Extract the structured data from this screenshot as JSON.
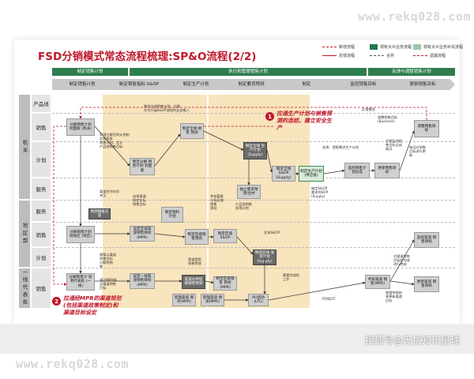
{
  "watermark": {
    "top": "www.rekq028.com",
    "bottom": "www.rekq028.com",
    "sohu": "搜狐号@无忧知识星球"
  },
  "title": "FSD分销模式常态流程梳理:SP&O流程(2/2)",
  "legend": {
    "new_flow": "新增流程",
    "feedback": "反馈流程",
    "existing_flow": "现有大众业务流程",
    "fix_flow": "现有大众业务补充流程",
    "merge": "合并",
    "note": "遗漏流程"
  },
  "phases": [
    "制定销售计划",
    "执行和管理销售计划",
    "反馈与调整销售计划"
  ],
  "steps": [
    "制定销售计划",
    "制定销售指标\nS&OP",
    "制定生产计划",
    "制定要货预测",
    "制定",
    "监控销售目标",
    "更新销售目标"
  ],
  "lane_groups": [
    "机关",
    "地区部",
    "一线代表处"
  ],
  "lanes": [
    "产品线",
    "销售",
    "计划",
    "服务",
    "服务",
    "销售",
    "计划",
    "销售"
  ],
  "boxes": {
    "b1": "分解销售计划\n到国家\n(机关)",
    "b2": "制定分解\n销售计划\n到国家",
    "b3": "制定全球\n销售\n预测",
    "b4": "制定全球\n生产计划\n(Supply)",
    "b5": "制定全球\nS&OP\n(Supply)",
    "b6": "制定生产计划\n(供应链)",
    "b7": "监控销售计\n划达成",
    "b8": "更新销售目\n标",
    "b9": "调整销售目\n标",
    "b10": "制定物料\n计划",
    "b11": "预测储备方\n案",
    "b12": "独立需求预\n测/合并",
    "b13": "分解销售计划\n到地区\n(地区)",
    "b14": "设定区域渠\n道销售目标\n(MPR)",
    "b15": "制定区域销\n售预测",
    "b16": "制定区域\nS&OP",
    "b17": "制定区域\n发货计划\n(Supply)",
    "b18": "分解销售计\n划到代表处\n(一线)",
    "b19": "设定一线渠\n道销售目标\n(MPR)",
    "b20": "渠道伙伴提\n报销售预测",
    "b21": "管理渠道\n库存(MPR)",
    "b22": "管理渠道\n预测(MPR)",
    "b23": "PO启动\n(LTC)",
    "b24": "制定区域销售\n目标(MPR)",
    "b25": "考核渠道\n销售(MPR)",
    "b26": "监控渠道\n销售目标",
    "b27": "更新渠道\n销售目标"
  },
  "notes": {
    "n1": "制定全球销售计划，分解\n作为开展S&OP流程的业务输入",
    "n2": "利用分解后的计划制\n定各国家\n销售计划，定义\n产品线销售目标",
    "n3": "交流S&OP",
    "n4": "渠道合作伙伴\n关注",
    "n5": "选择渠道\n制定实际\n销售目标",
    "n6": "考核要素\n分析区域\n销售\n预测",
    "n7": "需要以渠道\n销售目标\n分解到销\n售",
    "n8": "选择、提报需求生产计划",
    "n9": "产品线销售\n获得计划",
    "n10": "定期监控销\n售目标达成\n情况",
    "n11": "每月对销售\n目标进行更\n新",
    "n12": "制定S&OP\n需求到SOP\n(Supply)",
    "n13": "需要完成的\n工作",
    "n14": "通过MPR指\n定渠道销售\n目标",
    "n15": "渠道提报\n销售预测",
    "n16": "PO到LTC",
    "n17": "反馈需求",
    "n18": "调整销售目标\n(Business)",
    "n19": "对渠道销售\n目标的完成\n进行考核",
    "n20": "根据考核结\n果更新渠道\n目标"
  },
  "callouts": [
    {
      "num": "1",
      "text": "拉通生产计划与销售预\n测的连结，建立安全生\n产"
    },
    {
      "num": "2",
      "text": "拉通经MPR的渠道规划\n(包括渠道政策制定)和\n渠道目标设定"
    }
  ],
  "colors": {
    "accent": "#c0172a",
    "phase": "#2e7d4f",
    "zone": "#f7dfb2"
  }
}
